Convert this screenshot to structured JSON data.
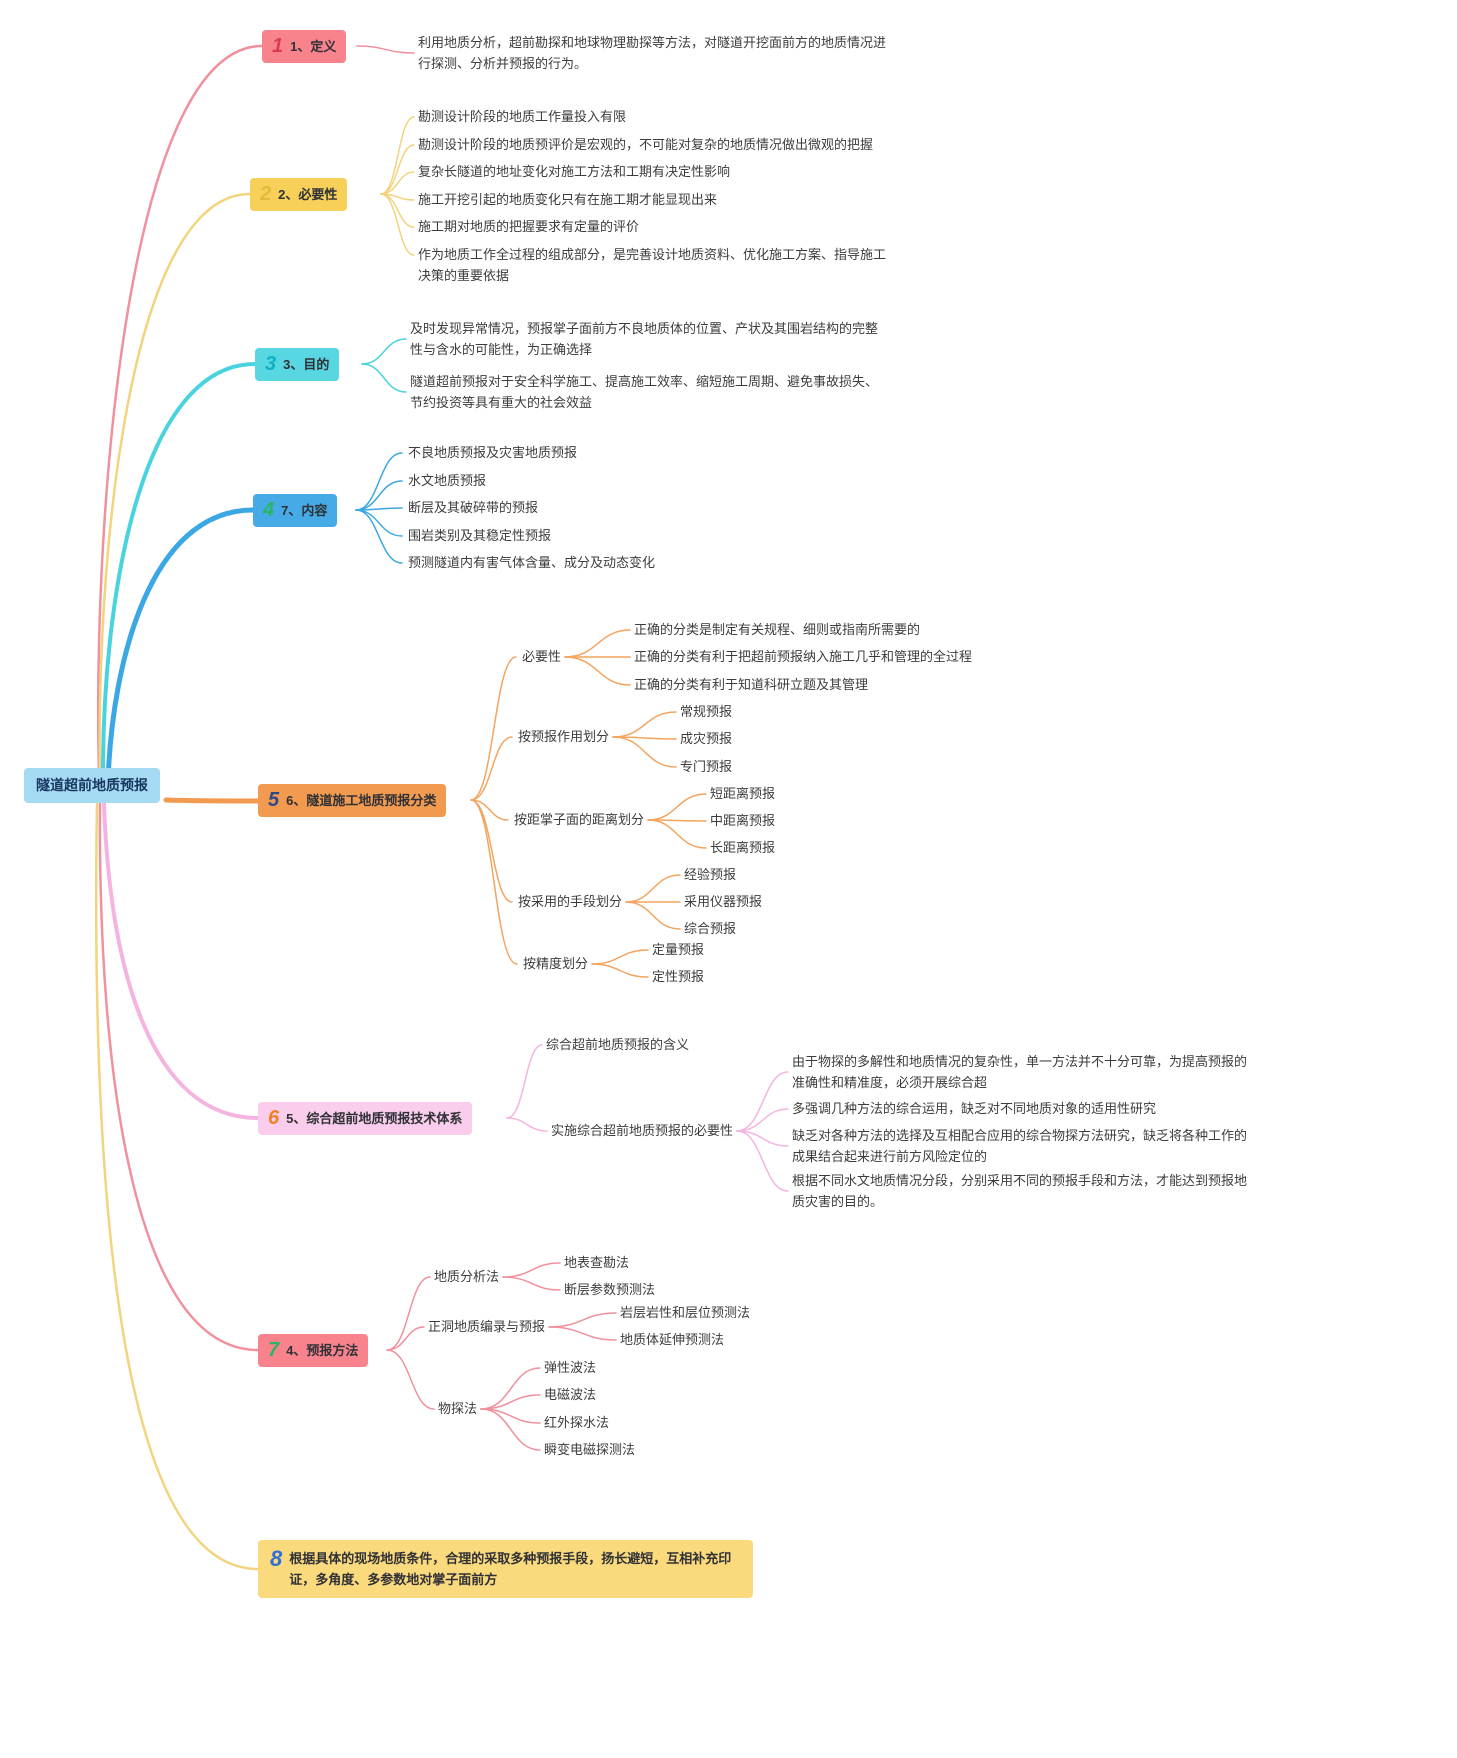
{
  "root": {
    "label": "隧道超前地质预报",
    "bg": "#a5daf3",
    "text_color": "#16365f"
  },
  "branches": [
    {
      "num": "1",
      "label": "1、定义",
      "line": "#f0919d",
      "bg": "#f9838c",
      "num_color": "#d93b54",
      "children": [
        "利用地质分析，超前勘探和地球物理勘探等方法，对隧道开挖面前方的地质情况进行探测、分析并预报的行为。"
      ]
    },
    {
      "num": "2",
      "label": "2、必要性",
      "line": "#f2d47e",
      "bg": "#f6d058",
      "num_color": "#e2b93a",
      "children": [
        "勘测设计阶段的地质工作量投入有限",
        "勘测设计阶段的地质预评价是宏观的，不可能对复杂的地质情况做出微观的把握",
        "复杂长隧道的地址变化对施工方法和工期有决定性影响",
        "施工开挖引起的地质变化只有在施工期才能显现出来",
        "施工期对地质的把握要求有定量的评价",
        "作为地质工作全过程的组成部分，是完善设计地质资料、优化施工方案、指导施工决策的重要依据"
      ]
    },
    {
      "num": "3",
      "label": "3、目的",
      "line": "#49d3df",
      "bg": "#58d6e2",
      "num_color": "#10b2c1",
      "children": [
        "及时发现异常情况，预报掌子面前方不良地质体的位置、产状及其围岩结构的完整性与含水的可能性，为正确选择",
        "隧道超前预报对于安全科学施工、提高施工效率、缩短施工周期、避免事故损失、节约投资等具有重大的社会效益"
      ]
    },
    {
      "num": "4",
      "label": "7、内容",
      "line": "#3ba7e4",
      "bg": "#45aae6",
      "num_color": "#2ab563",
      "children": [
        "不良地质预报及灾害地质预报",
        "水文地质预报",
        "断层及其破碎带的预报",
        "围岩类别及其稳定性预报",
        "预测隧道内有害气体含量、成分及动态变化"
      ]
    },
    {
      "num": "5",
      "label": "6、隧道施工地质预报分类",
      "line": "#f3a45f",
      "bg": "#f29a4f",
      "num_color": "#2b4a8b",
      "groups": [
        {
          "label": "必要性",
          "items": [
            "正确的分类是制定有关规程、细则或指南所需要的",
            "正确的分类有利于把超前预报纳入施工几乎和管理的全过程",
            "正确的分类有利于知道科研立题及其管理"
          ]
        },
        {
          "label": "按预报作用划分",
          "items": [
            "常规预报",
            "成灾预报",
            "专门预报"
          ]
        },
        {
          "label": "按距掌子面的距离划分",
          "items": [
            "短距离预报",
            "中距离预报",
            "长距离预报"
          ]
        },
        {
          "label": "按采用的手段划分",
          "items": [
            "经验预报",
            "采用仪器预报",
            "综合预报"
          ]
        },
        {
          "label": "按精度划分",
          "items": [
            "定量预报",
            "定性预报"
          ]
        }
      ]
    },
    {
      "num": "6",
      "label": "5、综合超前地质预报技术体系",
      "line": "#f5b4e0",
      "bg": "#f9cdeb",
      "num_color": "#f0811f",
      "groups": [
        {
          "label": "综合超前地质预报的含义",
          "items": []
        },
        {
          "label": "实施综合超前地质预报的必要性",
          "items": [
            "由于物探的多解性和地质情况的复杂性，单一方法并不十分可靠，为提高预报的准确性和精准度，必须开展综合超",
            "多强调几种方法的综合运用，缺乏对不同地质对象的适用性研究",
            "缺乏对各种方法的选择及互相配合应用的综合物探方法研究，缺乏将各种工作的成果结合起来进行前方风险定位的",
            "根据不同水文地质情况分段，分别采用不同的预报手段和方法，才能达到预报地质灾害的目的。"
          ]
        }
      ]
    },
    {
      "num": "7",
      "label": "4、预报方法",
      "line": "#f0919d",
      "bg": "#f9838c",
      "num_color": "#2ab563",
      "groups": [
        {
          "label": "地质分析法",
          "items": [
            "地表查勘法",
            "断层参数预测法"
          ]
        },
        {
          "label": "正洞地质编录与预报",
          "items": [
            "岩层岩性和层位预测法",
            "地质体延伸预测法"
          ]
        },
        {
          "label": "物探法",
          "items": [
            "弹性波法",
            "电磁波法",
            "红外探水法",
            "瞬变电磁探测法"
          ]
        }
      ]
    },
    {
      "num": "8",
      "label": "根据具体的现场地质条件，合理的采取多种预报手段，扬长避短，互相补充印证，多角度、多参数地对掌子面前方",
      "line": "#f2d47e",
      "bg": "#fbd97d",
      "num_color": "#2e6fd8"
    }
  ]
}
